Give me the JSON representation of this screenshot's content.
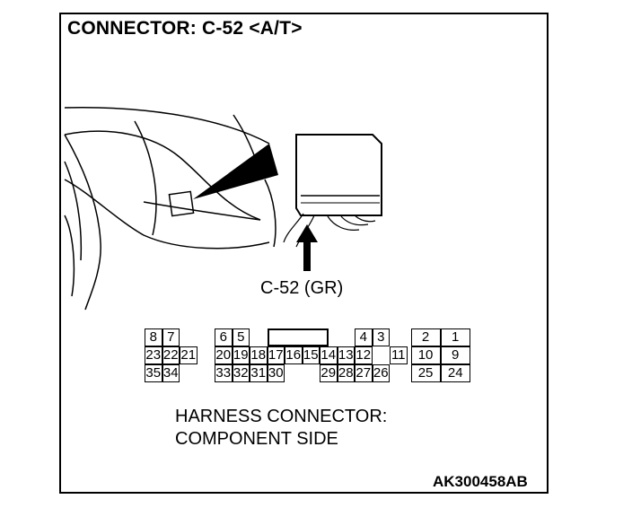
{
  "title": "CONNECTOR: C-52 <A/T>",
  "callout": "C-52 (GR)",
  "harness_line1": "HARNESS CONNECTOR:",
  "harness_line2": "COMPONENT SIDE",
  "code": "AK300458AB",
  "pins": {
    "top": [
      "8",
      "7",
      "6",
      "5",
      "4",
      "3",
      "2",
      "1"
    ],
    "middle": [
      "23",
      "22",
      "21",
      "20",
      "19",
      "18",
      "17",
      "16",
      "15",
      "14",
      "13",
      "12",
      "11",
      "10",
      "9"
    ],
    "bottom": [
      "35",
      "34",
      "33",
      "32",
      "31",
      "30",
      "29",
      "28",
      "27",
      "26",
      "25",
      "24"
    ]
  }
}
